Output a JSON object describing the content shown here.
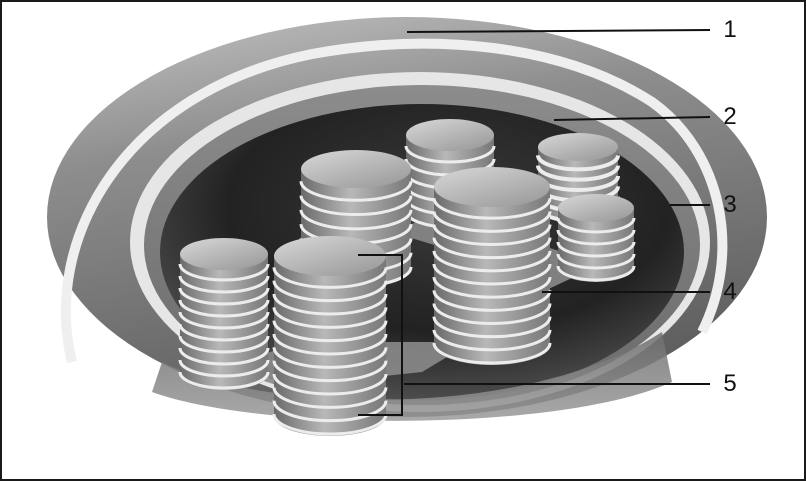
{
  "labels": [
    {
      "id": "1",
      "text": "1"
    },
    {
      "id": "2",
      "text": "2"
    },
    {
      "id": "3",
      "text": "3"
    },
    {
      "id": "4",
      "text": "4"
    },
    {
      "id": "5",
      "text": "5"
    }
  ],
  "colors": {
    "background": "#ffffff",
    "outer_membrane": "#8a8a8a",
    "membrane_gap": "#eeeeee",
    "stroma": "#2a2a2a",
    "granum": "#9a9a9a",
    "thylakoid_line": "#e8e8e8",
    "leader_line": "#111111"
  }
}
